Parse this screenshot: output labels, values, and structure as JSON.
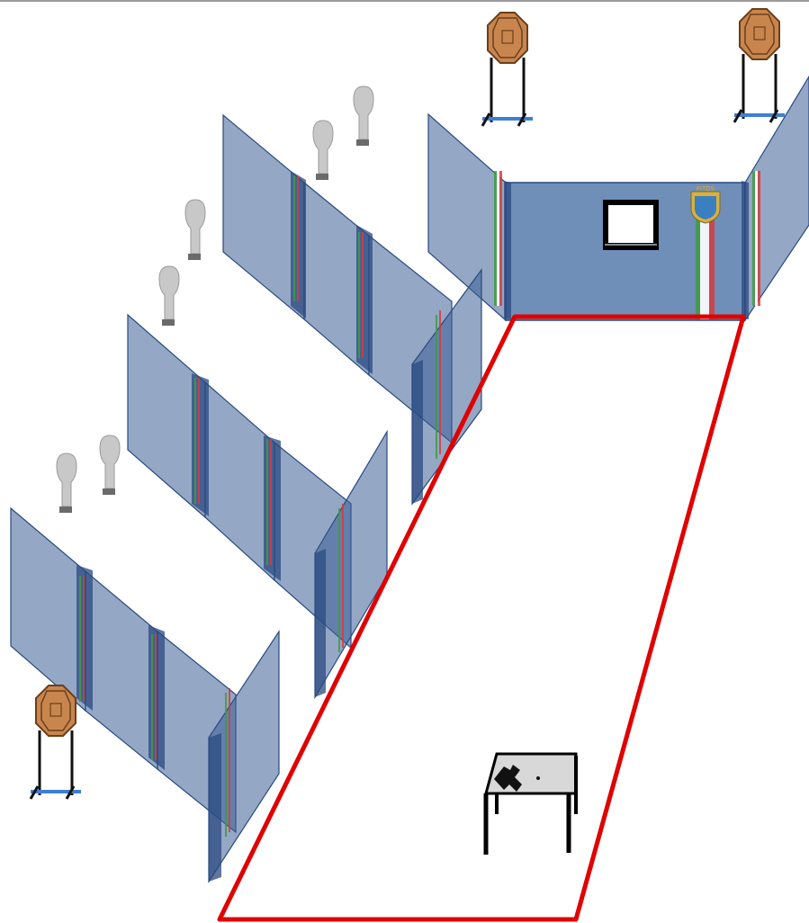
{
  "scene": {
    "background": "#ffffff",
    "colors": {
      "wall_fill": "#3d5f95",
      "wall_stroke": "#2a4a80",
      "back_wall_fill": "#6f8fb8",
      "shooting_area": "#e00000",
      "cardboard_target": "#c8864e",
      "popper": "#c8c8c8",
      "popper_base": "#6a6a6a",
      "target_stand": "#111111",
      "target_stand_base": "#3d7fd6",
      "table_top": "#d8d8d8",
      "port_window": "#ffffff",
      "flag_green": "#3f9b3f",
      "flag_white": "#ffffff",
      "flag_red": "#d83b3b",
      "crest_gold": "#d8b040"
    },
    "crest_lettering": "FITDS",
    "elements": {
      "cardboard_targets": [
        {
          "name": "cardboard-target-back-left"
        },
        {
          "name": "cardboard-target-back-right"
        },
        {
          "name": "cardboard-target-front-left"
        }
      ],
      "steel_poppers_count": 6,
      "wall_panels_count": 16,
      "table": {
        "name": "start-table",
        "items": "pistol-and-magazine-icon"
      },
      "port": {
        "name": "port-window"
      }
    }
  }
}
